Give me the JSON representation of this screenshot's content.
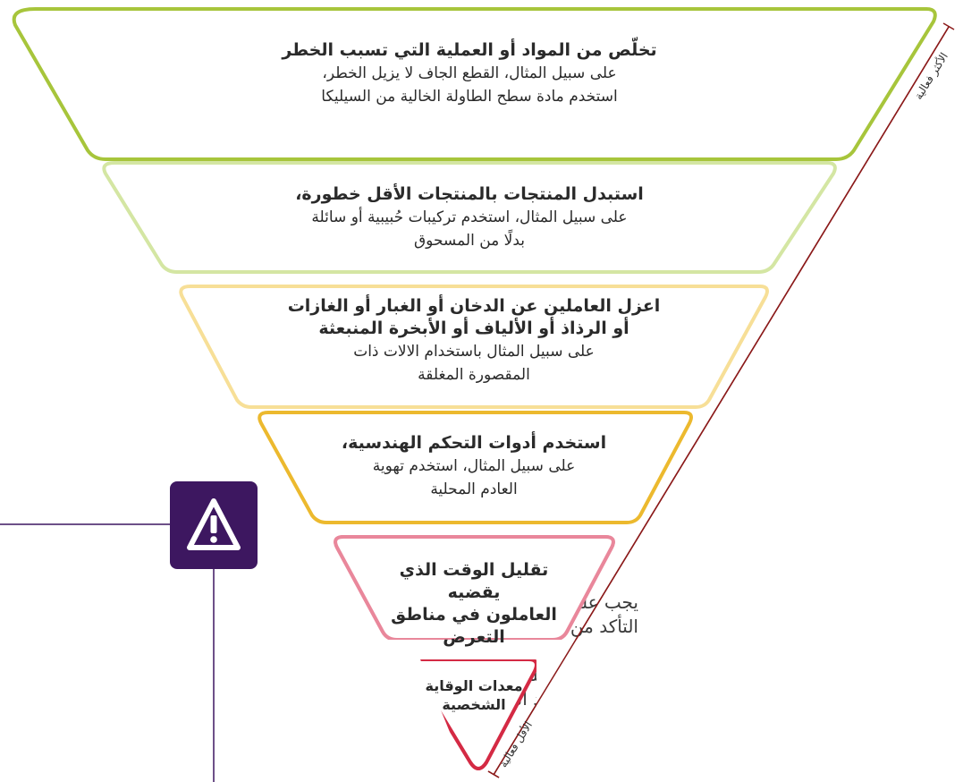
{
  "levels": [
    {
      "title": "تخلّص من المواد أو العملية التي تسبب الخطر",
      "line1": "على سبيل المثال، القطع الجاف لا يزيل الخطر،",
      "line2": "استخدم مادة سطح الطاولة الخالية من السيليكا",
      "color": "#a7c53b"
    },
    {
      "title": "استبدل المنتجات بالمنتجات الأقل خطورة،",
      "line1": "على سبيل المثال، استخدم تركيبات حُبيبية أو سائلة",
      "line2": "بدلًا من المسحوق",
      "color": "#d4e6a3"
    },
    {
      "title1": "اعزل العاملين عن الدخان أو الغبار أو الغازات",
      "title2": "أو الرذاذ أو الألياف أو الأبخرة المنبعثة",
      "line1": "على سبيل المثال باستخدام الالات ذات",
      "line2": "المقصورة المغلقة",
      "color": "#f7df97"
    },
    {
      "title": "استخدم أدوات التحكم الهندسية،",
      "line1": "على سبيل المثال، استخدم تهوية",
      "line2": "العادم المحلية",
      "color": "#ecb92e"
    },
    {
      "title1": "تقليل الوقت الذي يقضيه",
      "title2": "العاملون في مناطق",
      "title3": "التعرض",
      "color": "#e9879b"
    },
    {
      "title1": "معدات الوقاية",
      "title2": "الشخصية",
      "color": "#d42a44"
    }
  ],
  "scale": {
    "top_label": "الأكثر فعالية",
    "bottom_label": "الأقل فعالية",
    "color": "#8b1a1a"
  },
  "warning": {
    "icon": "warning-triangle-icon",
    "box_color": "#3d1760",
    "text": "يجب على أصحاب العمل\nالتأكد من عدم تعرض العاملين\nوغيرهم في مكان العمل\nلمستويات الملوثات المنقولة\nجوًا فوق حدود التعرض في\nمكان العمل."
  }
}
